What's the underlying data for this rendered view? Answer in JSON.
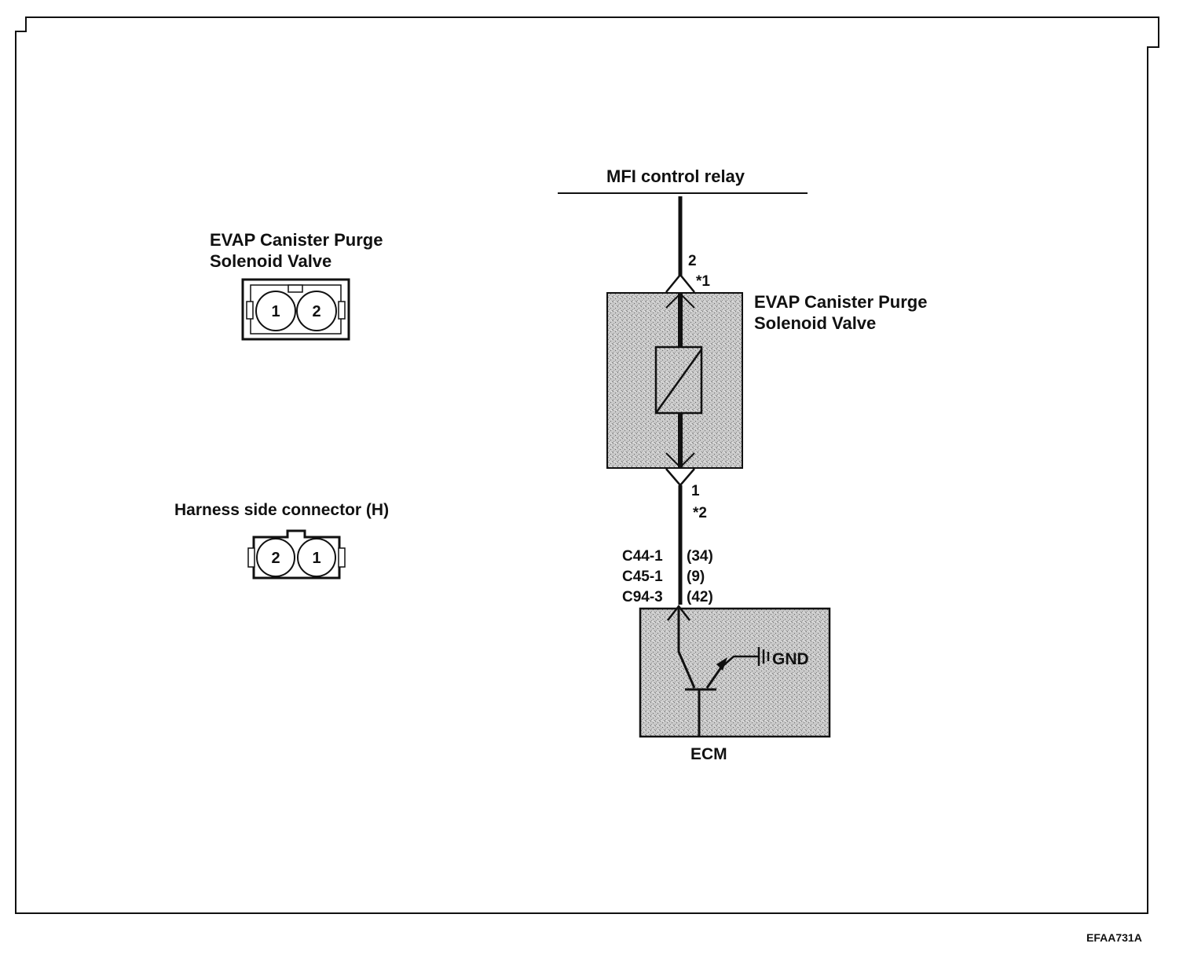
{
  "power_source": {
    "label": "MFI control relay"
  },
  "component": {
    "label_line1": "EVAP Canister Purge",
    "label_line2": "Solenoid Valve"
  },
  "component_connector_view": {
    "label_line1": "EVAP Canister Purge",
    "label_line2": "Solenoid Valve",
    "pins": [
      "1",
      "2"
    ]
  },
  "harness_connector_view": {
    "label": "Harness side connector (H)",
    "pins": [
      "2",
      "1"
    ]
  },
  "wire": {
    "top_pin": "2",
    "top_note": "*1",
    "bottom_pin": "1",
    "bottom_note": "*2",
    "ecm_connectors": [
      {
        "connector": "C44-1",
        "pin": "(34)"
      },
      {
        "connector": "C45-1",
        "pin": "(9)"
      },
      {
        "connector": "C94-3",
        "pin": "(42)"
      }
    ]
  },
  "ecm": {
    "label": "ECM",
    "ground_label": "GND"
  },
  "figure_id": "EFAA731A"
}
